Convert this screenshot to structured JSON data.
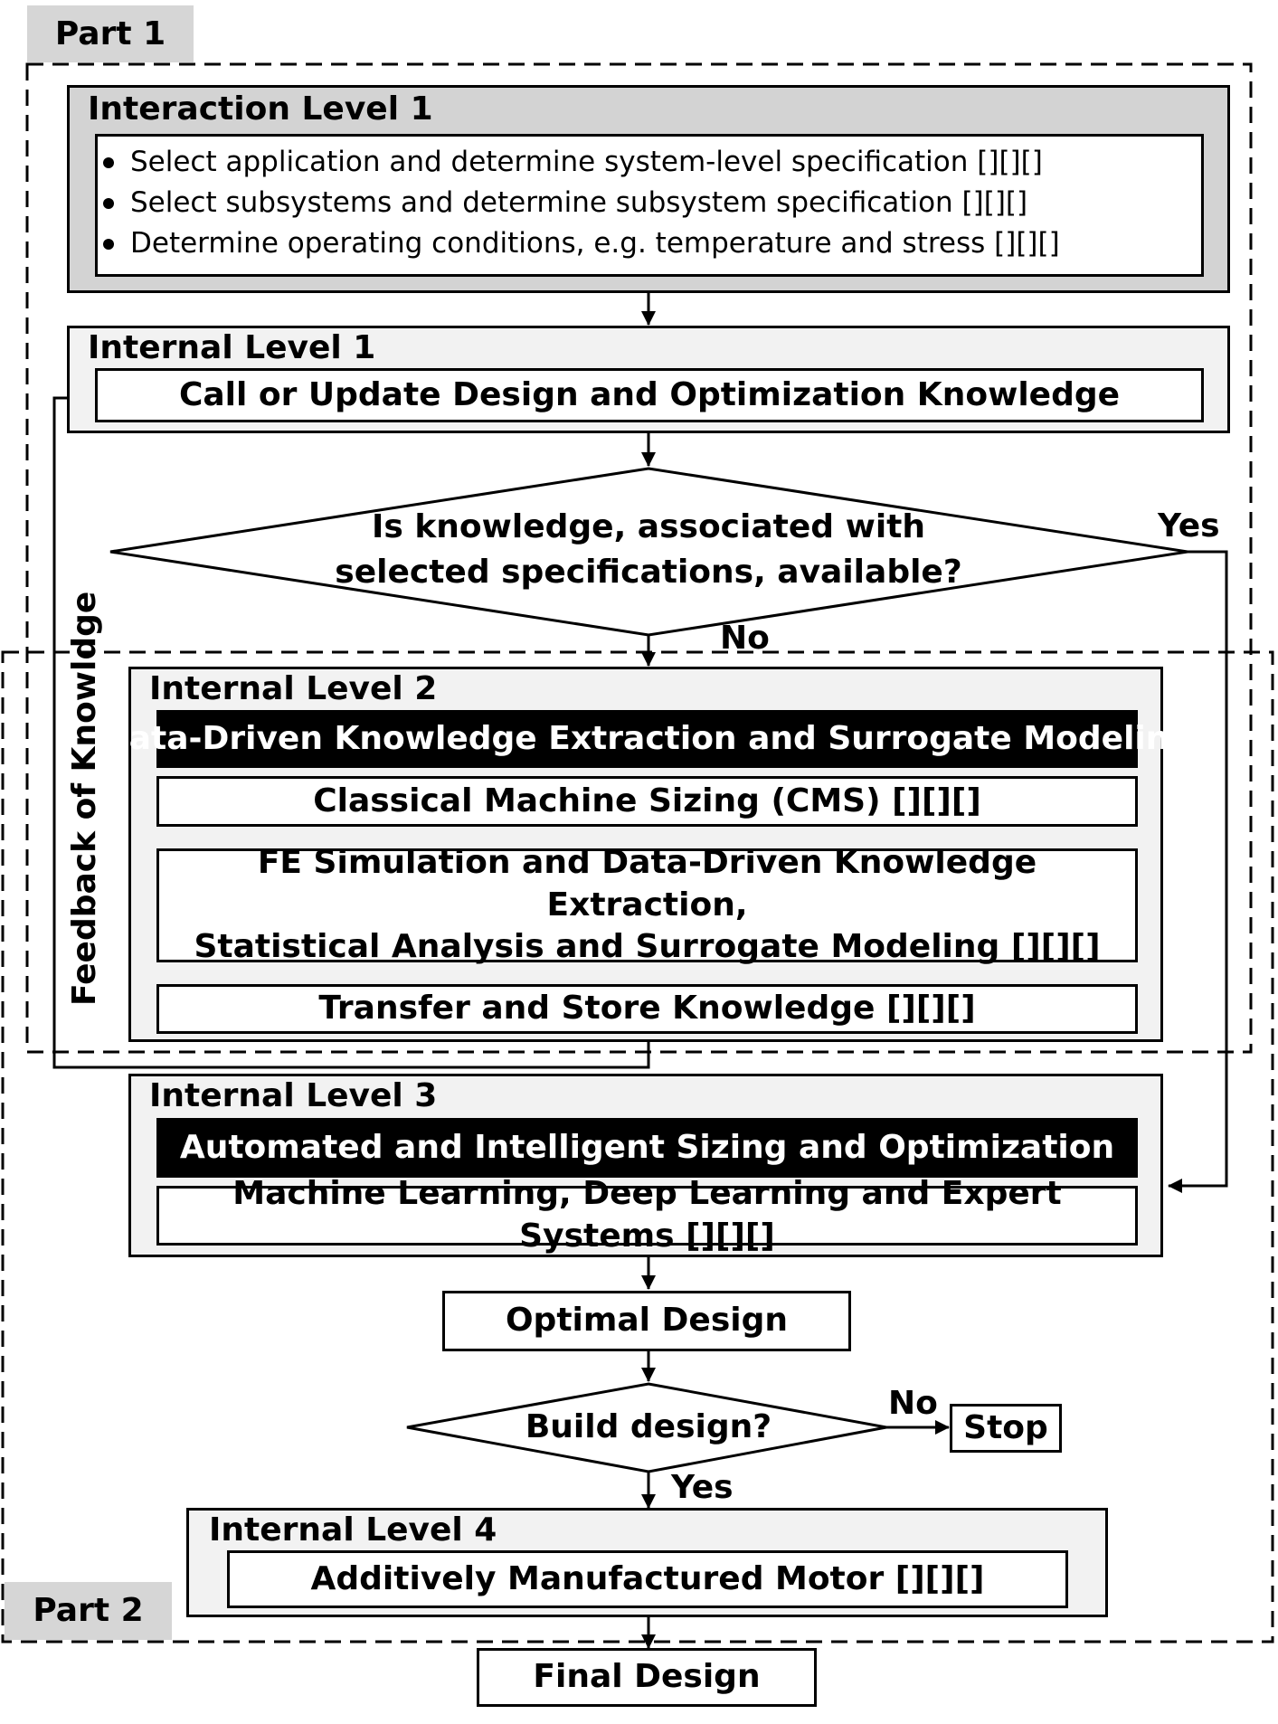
{
  "parts": {
    "part1": "Part 1",
    "part2": "Part 2"
  },
  "interaction_level_1": {
    "title": "Interaction Level 1",
    "bullets": [
      "Select application and determine system-level specification [][][]",
      "Select subsystems and determine subsystem specification [][][]",
      "Determine operating conditions, e.g. temperature and stress [][][]"
    ]
  },
  "internal_level_1": {
    "title": "Internal Level 1",
    "box": "Call or Update Design and Optimization Knowledge"
  },
  "decision_knowledge": {
    "line1": "Is knowledge, associated with",
    "line2": "selected specifications, available?",
    "yes_label": "Yes",
    "no_label": "No"
  },
  "feedback_label": "Feedback of Knowldge",
  "internal_level_2": {
    "title": "Internal Level 2",
    "header": "Data-Driven Knowledge Extraction and Surrogate Modeling",
    "step1": "Classical Machine Sizing (CMS) [][][]",
    "step2_line1": "FE Simulation and Data-Driven Knowledge Extraction,",
    "step2_line2": "Statistical Analysis and Surrogate Modeling [][][]",
    "step3": "Transfer and Store Knowledge [][][]"
  },
  "internal_level_3": {
    "title": "Internal Level 3",
    "header": "Automated and Intelligent Sizing and Optimization",
    "step1": "Machine Learning, Deep Learning and Expert Systems [][][]"
  },
  "optimal_design": "Optimal Design",
  "decision_build": {
    "text": "Build design?",
    "no_label": "No",
    "yes_label": "Yes",
    "stop": "Stop"
  },
  "internal_level_4": {
    "title": "Internal Level 4",
    "box": "Additively Manufactured Motor [][][]"
  },
  "final_design": "Final Design"
}
